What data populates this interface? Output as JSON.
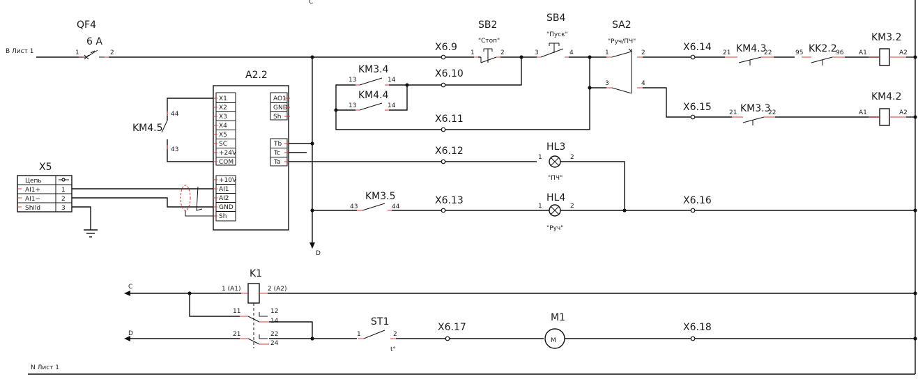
{
  "sheet": {
    "left_top": "В Лист 1",
    "left_bottom": "N Лист 1",
    "bus_c": "C",
    "bus_d": "D",
    "top_mark": "C"
  },
  "qf4": {
    "name": "QF4",
    "rating": "6 A",
    "pin1": "1",
    "pin2": "2"
  },
  "a22": {
    "name": "A2.2",
    "left_pins": [
      "X1",
      "X2",
      "X3",
      "X4",
      "X5",
      "SC",
      "+24V",
      "COM"
    ],
    "left_pins2": [
      "+10V",
      "AI1",
      "AI2",
      "GND",
      "Sh"
    ],
    "right_top": [
      "AO1",
      "GND",
      "Sh"
    ],
    "right_bot": [
      "Tb",
      "Tc",
      "Ta"
    ]
  },
  "km45": {
    "name": "KM4.5",
    "a": "44",
    "b": "43"
  },
  "x5": {
    "name": "X5",
    "rows": [
      {
        "label": "Цепь",
        "num": ""
      },
      {
        "label": "AI1+",
        "num": "1"
      },
      {
        "label": "AI1−",
        "num": "2"
      },
      {
        "label": "Shild",
        "num": "3"
      }
    ]
  },
  "terminals": {
    "x69": "X6.9",
    "x610": "X6.10",
    "x611": "X6.11",
    "x612": "X6.12",
    "x613": "X6.13",
    "x614": "X6.14",
    "x615": "X6.15",
    "x616": "X6.16",
    "x617": "X6.17",
    "x618": "X6.18"
  },
  "sb2": {
    "name": "SB2",
    "label": "\"Стоп\"",
    "p1": "1",
    "p2": "2"
  },
  "sb4": {
    "name": "SB4",
    "label": "\"Пуск\"",
    "p1": "3",
    "p2": "4"
  },
  "sa2": {
    "name": "SA2",
    "label": "\"Руч/ПЧ\"",
    "p1": "1",
    "p2": "2",
    "p3": "3",
    "p4": "4"
  },
  "km34": {
    "name": "KM3.4",
    "a": "13",
    "b": "14"
  },
  "km44": {
    "name": "KM4.4",
    "a": "13",
    "b": "14"
  },
  "km35": {
    "name": "KM3.5",
    "a": "43",
    "b": "44"
  },
  "km43": {
    "name": "KM4.3",
    "a": "21",
    "b": "22"
  },
  "km33": {
    "name": "KM3.3",
    "a": "21",
    "b": "22"
  },
  "kk22": {
    "name": "KK2.2",
    "a": "95",
    "b": "96"
  },
  "km32": {
    "name": "KM3.2",
    "a1": "A1",
    "a2": "A2"
  },
  "km42": {
    "name": "KM4.2",
    "a1": "A1",
    "a2": "A2"
  },
  "hl3": {
    "name": "HL3",
    "label": "\"ПЧ\"",
    "p1": "1",
    "p2": "2"
  },
  "hl4": {
    "name": "HL4",
    "label": "\"Руч\"",
    "p1": "1",
    "p2": "2"
  },
  "k1": {
    "name": "K1",
    "a1": "1 (A1)",
    "a2": "2 (A2)",
    "p11": "11",
    "p12": "12",
    "p14": "14",
    "p21": "21",
    "p22": "22",
    "p24": "24"
  },
  "st1": {
    "name": "ST1",
    "p1": "1",
    "p2": "2",
    "t": "t°"
  },
  "m1": {
    "name": "M1"
  }
}
